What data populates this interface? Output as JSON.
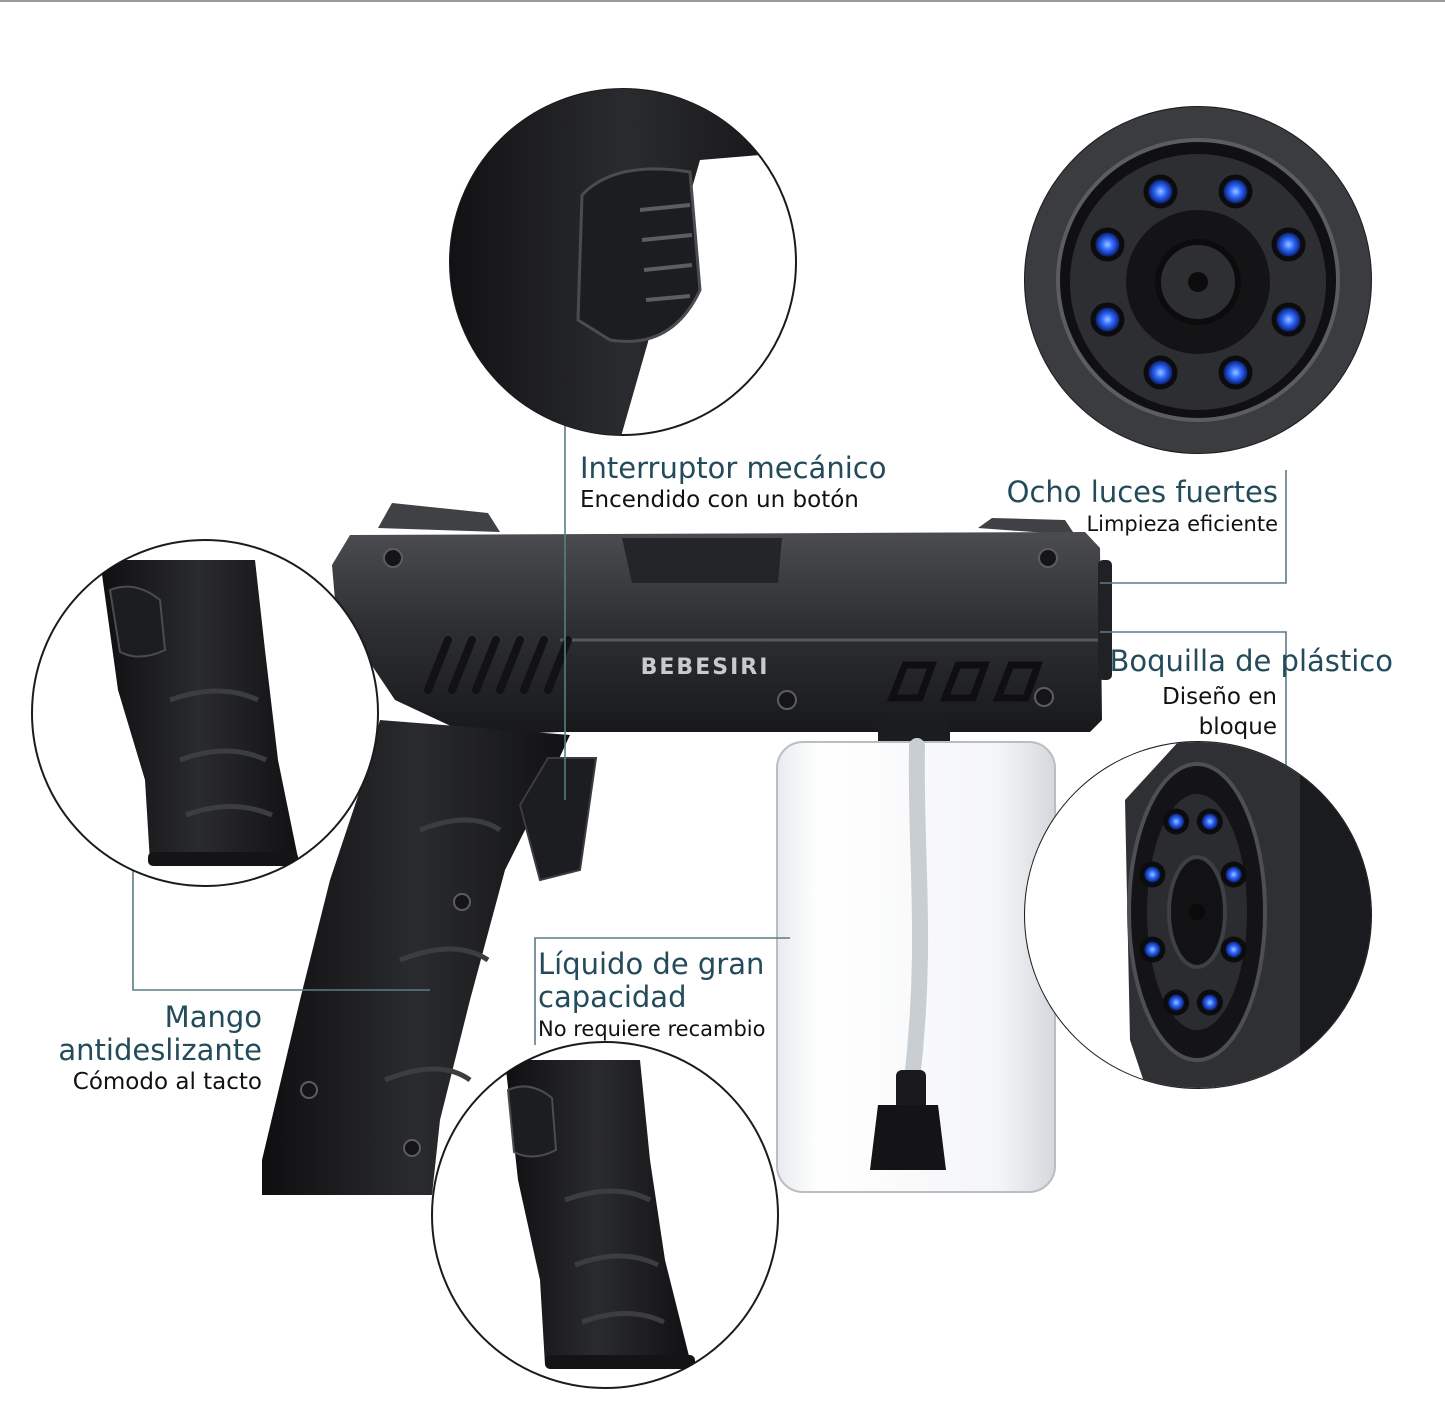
{
  "product": {
    "brand_label": "BEBESIRI",
    "illustration": "black handheld nano sprayer gun with transparent liquid tank",
    "colors": {
      "body": "#2a2b2e",
      "body_dark": "#141416",
      "led": "#2f6bff",
      "leader": "#5c7c88",
      "heading": "#234b5a"
    }
  },
  "callouts": {
    "switch": {
      "title": "Interruptor mecánico",
      "subtitle": "Encendido con un botón"
    },
    "lights": {
      "title": "Ocho luces fuertes",
      "subtitle": "Limpieza eficiente"
    },
    "nozzle": {
      "title": "Boquilla de plástico",
      "subtitle_1": "Diseño en",
      "subtitle_2": "bloque"
    },
    "grip": {
      "title_1": "Mango",
      "title_2": "antideslizante",
      "subtitle": "Cómodo al tacto"
    },
    "capacity": {
      "title_1": "Líquido de gran",
      "title_2": "capacidad",
      "subtitle": "No requiere recambio"
    }
  },
  "led_count": 8
}
